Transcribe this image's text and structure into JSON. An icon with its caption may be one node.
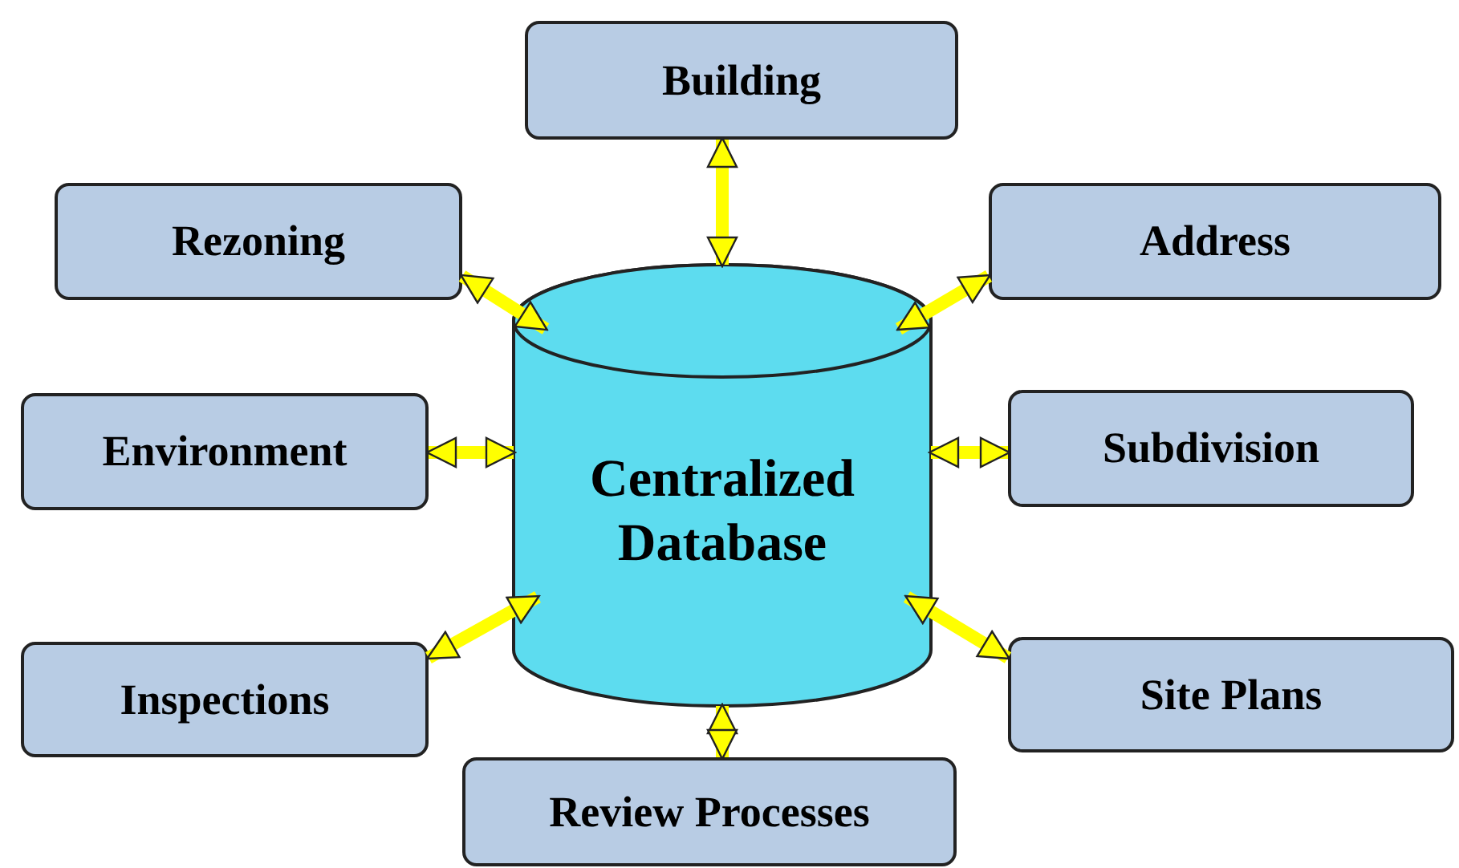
{
  "diagram": {
    "nodes": [
      {
        "text": [
          "Building"
        ]
      },
      {
        "text": [
          "Rezoning"
        ]
      },
      {
        "text": [
          "Address"
        ]
      },
      {
        "text": [
          "Environment"
        ]
      },
      {
        "text": [
          "Centralized Database"
        ]
      },
      {
        "text": [
          "Subdivision"
        ]
      },
      {
        "text": [
          "Inspections"
        ]
      },
      {
        "text": [
          "Site Plans"
        ]
      },
      {
        "text": [
          "Review Processes"
        ]
      }
    ],
    "edges": [
      {
        "from": 4,
        "to": 0,
        "arrow": "both"
      },
      {
        "from": 4,
        "to": 1,
        "arrow": "both"
      },
      {
        "from": 4,
        "to": 2,
        "arrow": "both"
      },
      {
        "from": 4,
        "to": 3,
        "arrow": "both"
      },
      {
        "from": 4,
        "to": 5,
        "arrow": "both"
      },
      {
        "from": 4,
        "to": 6,
        "arrow": "both"
      },
      {
        "from": 4,
        "to": 7,
        "arrow": "both"
      },
      {
        "from": 4,
        "to": 8,
        "arrow": "both"
      }
    ]
  }
}
